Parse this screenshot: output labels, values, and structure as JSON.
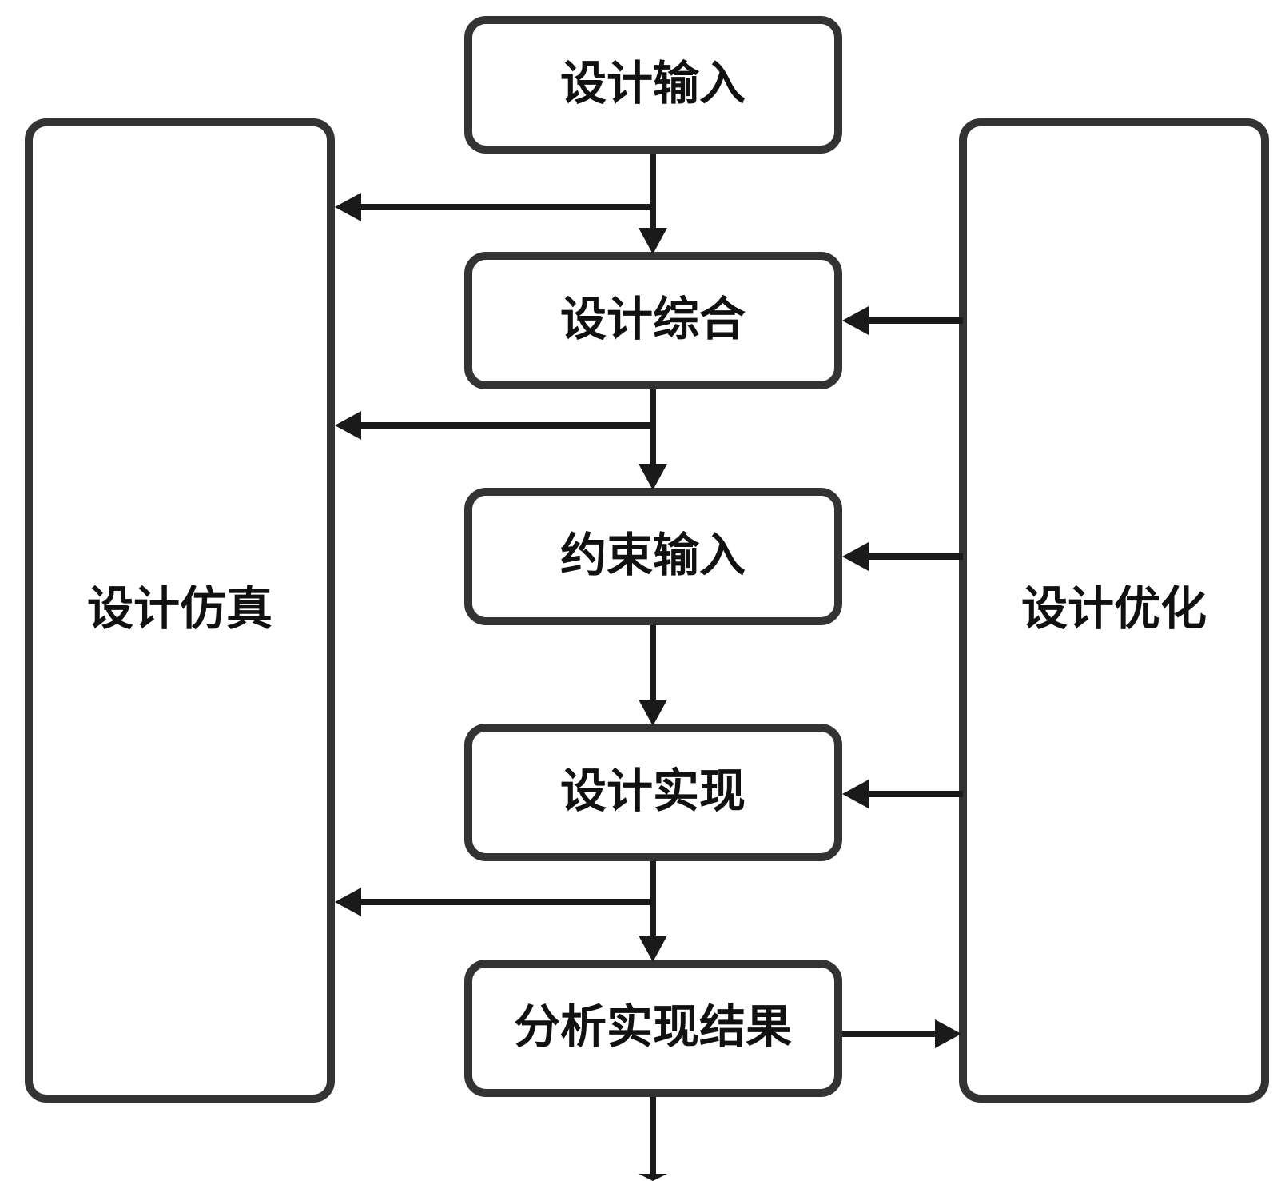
{
  "nodes": {
    "design_input": "设计输入",
    "design_synthesis": "设计综合",
    "constraint_input": "约束输入",
    "design_implementation": "设计实现",
    "analyze_results": "分析实现结果",
    "design_simulation": "设计仿真",
    "design_optimization": "设计优化"
  },
  "colors": {
    "box_border": "#333333",
    "arrow": "#1a1a1a",
    "text": "#111111",
    "background": "#ffffff"
  }
}
